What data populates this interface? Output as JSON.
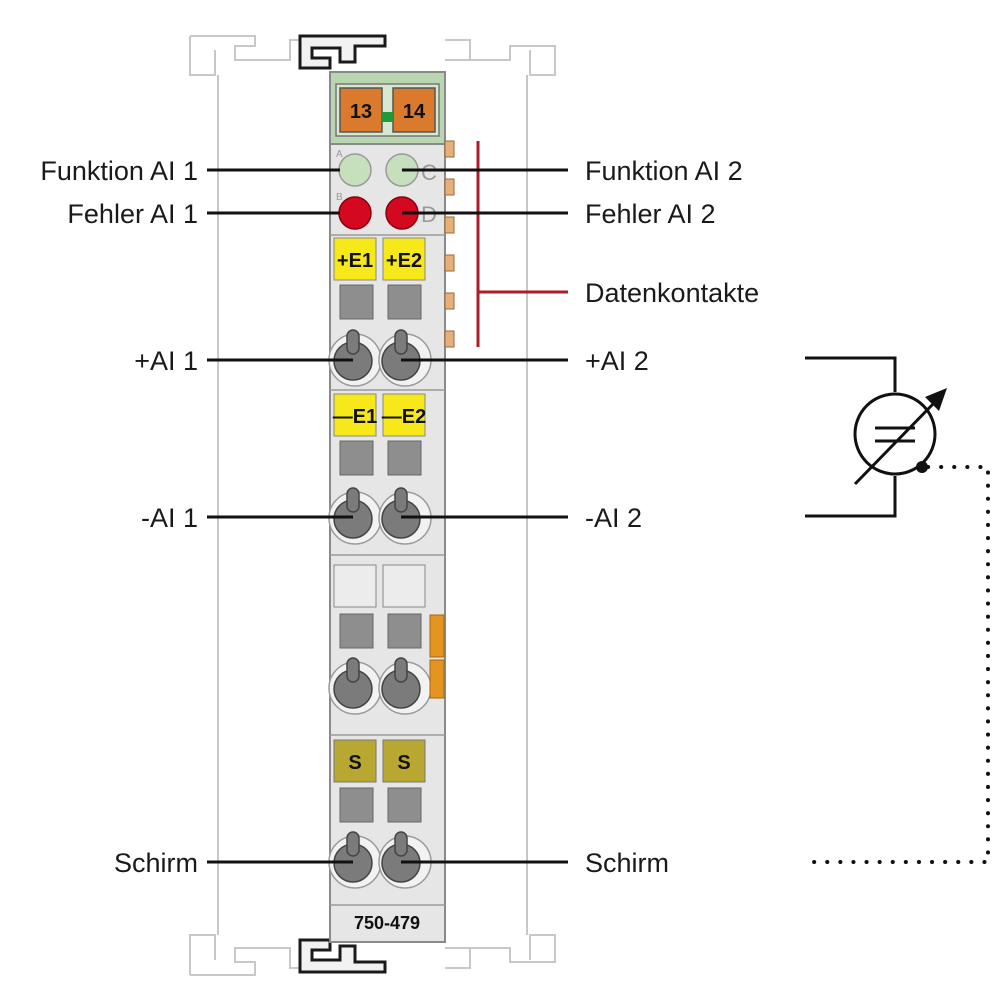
{
  "colors": {
    "module_body": "#e6e6e6",
    "outline": "#8a8a8a",
    "rail": "#c4c4c4",
    "header": "#b9d6b0",
    "connector_orange": "#d97a2c",
    "led_green": "#c6e0be",
    "led_red": "#d4081e",
    "marker_yellow": "#f7e81a",
    "marker_olive": "#b8a832",
    "clamp_grey": "#7b7b7b",
    "slot_grey": "#8e8e8e",
    "data_contact": "#e7b07a",
    "data_line": "#b01a2a",
    "label_line": "#111111"
  },
  "module": {
    "connectors": [
      "13",
      "14"
    ],
    "led_letters": [
      "A",
      "B",
      "C",
      "D"
    ],
    "markers_plus": [
      "+E1",
      "+E2"
    ],
    "markers_minus": [
      "—E1",
      "—E2"
    ],
    "markers_shield": [
      "S",
      "S"
    ],
    "model": "750-479"
  },
  "labels_left": {
    "funktion_ai1": "Funktion AI 1",
    "fehler_ai1": "Fehler AI 1",
    "plus_ai1": "+AI 1",
    "minus_ai1": "-AI 1",
    "schirm": "Schirm"
  },
  "labels_right": {
    "funktion_ai2": "Funktion AI 2",
    "fehler_ai2": "Fehler AI 2",
    "datenkontakte": "Datenkontakte",
    "plus_ai2": "+AI 2",
    "minus_ai2": "-AI 2",
    "schirm": "Schirm"
  },
  "sensor_icon": "adjustable-voltage-source-symbol"
}
